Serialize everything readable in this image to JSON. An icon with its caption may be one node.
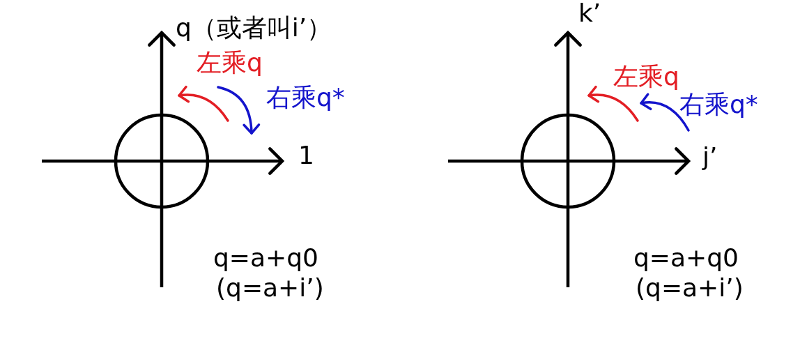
{
  "diagram": {
    "nodes": [
      {
        "text": [],
        "shape": "circle"
      },
      {
        "text": [],
        "shape": "circle"
      }
    ],
    "labels": [
      "q（或者叫i’）",
      "左乘q",
      "右乘q*",
      "1",
      "q=a+q0",
      "(q=a+i’)",
      "k’",
      "左乘q",
      "右乘q*",
      "j’",
      "q=a+q0",
      "(q=a+i’)"
    ]
  }
}
